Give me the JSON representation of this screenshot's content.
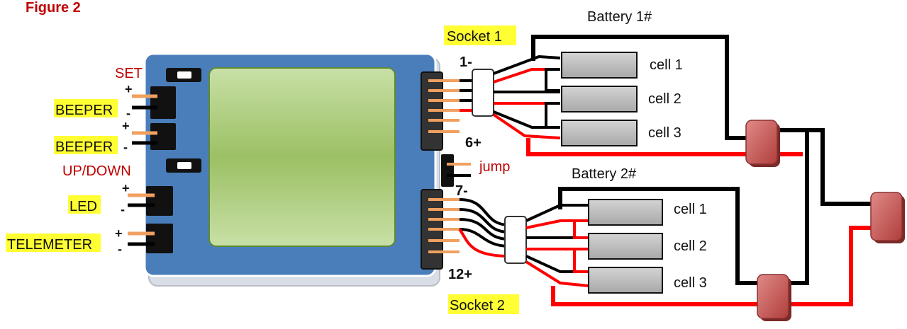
{
  "figure_label": "Figure 2",
  "device": {
    "set_label": "SET",
    "updown_label": "UP/DOWN",
    "jump_label": "jump",
    "ports": [
      {
        "label": "BEEPER",
        "plus": "+",
        "minus": "-"
      },
      {
        "label": "BEEPER",
        "plus": "+",
        "minus": "-"
      },
      {
        "label": "LED",
        "plus": "+",
        "minus": "-"
      },
      {
        "label": "TELEMETER",
        "plus": "+",
        "minus": "-"
      }
    ]
  },
  "socket1": {
    "label": "Socket 1",
    "pin_first": "1-",
    "pin_last": "6+"
  },
  "socket2": {
    "label": "Socket 2",
    "pin_first": "7-",
    "pin_last": "12+"
  },
  "battery1": {
    "label": "Battery 1#",
    "cells": [
      "cell 1",
      "cell 2",
      "cell 3"
    ]
  },
  "battery2": {
    "label": "Battery 2#",
    "cells": [
      "cell 1",
      "cell 2",
      "cell 3"
    ]
  },
  "colors": {
    "board": "#4a7ebb",
    "screen": "#9cc064",
    "highlight": "#ffff33",
    "negative_wire": "#000000",
    "positive_wire": "#ff0000",
    "pin": "#f0a060",
    "connector": "#c0504d",
    "cell": "#c0c0c0"
  }
}
